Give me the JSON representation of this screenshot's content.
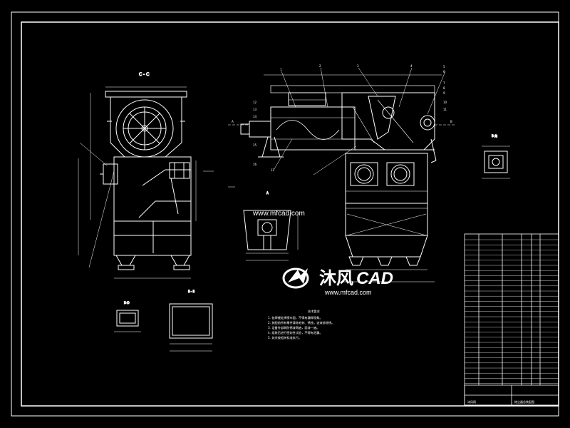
{
  "views": {
    "section_cc": "C - C",
    "view_a": "A",
    "view_b": "B",
    "section_dd": "D-D",
    "section_ee": "E - E",
    "view_b_small": "B 向"
  },
  "main_view_callouts": [
    "1",
    "2",
    "3",
    "4",
    "5",
    "6",
    "7",
    "8",
    "9",
    "10",
    "11",
    "12",
    "13",
    "14",
    "15",
    "16",
    "17"
  ],
  "watermark": {
    "site": "www.mfcad.com",
    "brand_cn": "沐风",
    "brand_en": "CAD"
  },
  "notes": {
    "title": "技术要求",
    "lines": [
      "1. 各焊缝处焊接牢固，不得有漏焊现象。",
      "2. 装配前所有零件清除毛刺、锈蚀，油漆前除锈。",
      "3. 设备外部刷防锈漆两遍，面漆一遍。",
      "4. 组装后进行密封性试验，不得有泄漏。",
      "5. 其余按相关标准执行。"
    ]
  },
  "title_block": {
    "drawing_name": "除尘器总装配图",
    "company": "沐风网"
  },
  "colors": {
    "background": "#000000",
    "lines": "#ffffff"
  }
}
